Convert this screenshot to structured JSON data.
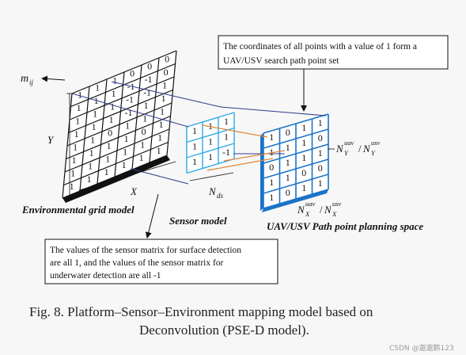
{
  "callouts": {
    "top": [
      "The coordinates of all points with a value of 1 form a",
      "UAV/USV  search path point set"
    ],
    "bottom": [
      "The values of the sensor matrix for surface detection",
      "are all 1, and the values of the sensor matrix for",
      "underwater detection are all -1"
    ]
  },
  "labels": {
    "m_ij_base": "m",
    "m_ij_sub": "ij",
    "Y": "Y",
    "X": "X",
    "Nds_base": "N",
    "Nds_sub": "ds",
    "Ny_part1": "N",
    "Ny_sup1": "uav",
    "Ny_sub1": "Y",
    "Ny_slash": "/",
    "Ny_part2": "N",
    "Ny_sup2": "usv",
    "Ny_sub2": "Y",
    "Nx_part1": "N",
    "Nx_sup1": "uav",
    "Nx_sub1": "X",
    "Nx_slash": "/",
    "Nx_part2": "N",
    "Nx_sup2": "usv",
    "Nx_sub2": "X",
    "env_title": "Environmental grid model",
    "sensor_title": "Sensor model",
    "path_title": "UAV/USV Path point planning space"
  },
  "grids": {
    "environment": [
      [
        "1",
        "1",
        "1",
        "0",
        "0",
        "0"
      ],
      [
        "1",
        "1",
        "1",
        "-1",
        "-1",
        "0"
      ],
      [
        "1",
        "1",
        "1",
        "-1",
        "-1",
        "1"
      ],
      [
        "1",
        "1",
        "1",
        "-1",
        "1",
        "1"
      ],
      [
        "1",
        "1",
        "0",
        "1",
        "1",
        "1"
      ],
      [
        "1",
        "1",
        "1",
        "1",
        "0",
        "1"
      ],
      [
        "1",
        "1",
        "1",
        "1",
        "1",
        "1"
      ],
      [
        "1",
        "1",
        "1",
        "1",
        "1",
        "1"
      ]
    ],
    "sensor": [
      [
        "1",
        "1",
        "1"
      ],
      [
        "1",
        "1",
        "1"
      ],
      [
        "1",
        "1",
        "-1"
      ]
    ],
    "path": [
      [
        "1",
        "0",
        "1",
        "1"
      ],
      [
        "1",
        "1",
        "1",
        "0"
      ],
      [
        "0",
        "1",
        "1",
        "1"
      ],
      [
        "1",
        "1",
        "0",
        "0"
      ],
      [
        "1",
        "0",
        "1",
        "1"
      ]
    ]
  },
  "caption": {
    "line1": "Fig. 8.    Platform–Sensor–Environment mapping model based on",
    "line2": "Deconvolution (PSE-D model)."
  },
  "watermark": "CSDN @遨遨鹏123",
  "colors": {
    "sensor_grid": "#2ea8e6",
    "path_grid": "#1a73c9",
    "orange_line": "#e0893a",
    "navy_line": "#2f3b8f"
  }
}
